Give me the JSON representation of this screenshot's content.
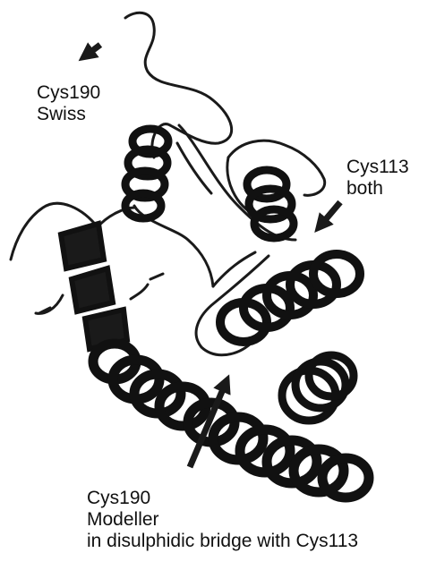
{
  "labels": {
    "cys190_swiss": {
      "line1": "Cys190",
      "line2": "Swiss"
    },
    "cys113_both": {
      "line1": "Cys113",
      "line2": "both"
    },
    "cys190_modeller": {
      "line1": "Cys190",
      "line2": "Modeller",
      "line3": "in disulphidic bridge with Cys113"
    }
  },
  "colors": {
    "ribbon": "#111111",
    "background": "#ffffff",
    "highlight": "#e6e6e6"
  }
}
